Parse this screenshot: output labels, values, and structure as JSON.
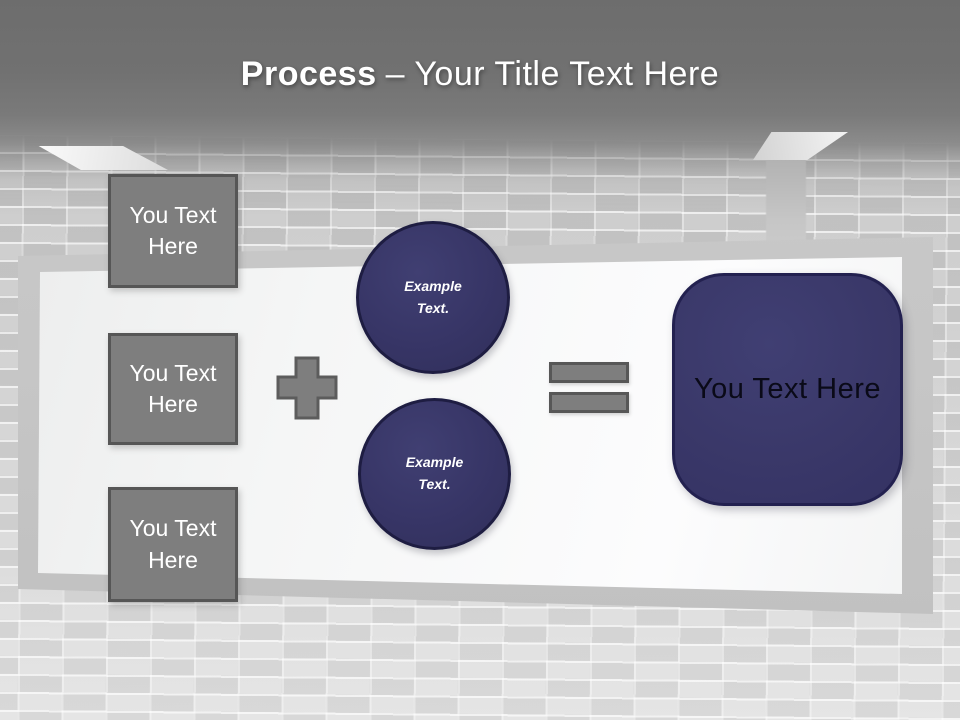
{
  "title": {
    "bold": "Process",
    "regular": "– Your Title Text Here"
  },
  "diagram": {
    "inputs": [
      {
        "label": "You Text Here"
      },
      {
        "label": "You Text Here"
      },
      {
        "label": "You Text Here"
      }
    ],
    "operators": {
      "plus": "plus-sign",
      "equals": "equals-sign"
    },
    "examples": [
      {
        "label": "Example Text."
      },
      {
        "label": "Example Text."
      }
    ],
    "result": {
      "label": "You Text Here"
    }
  },
  "colors": {
    "header_gray": "#6d6d6d",
    "wall_gray": "#d2d2d2",
    "navy_fill": "#373566",
    "navy_border": "#1e1d42",
    "box_gray_fill": "#7e7e7e",
    "box_gray_border": "#565656",
    "title_text": "#ffffff",
    "square_text": "#ffffff",
    "result_text": "#0a0a18"
  }
}
